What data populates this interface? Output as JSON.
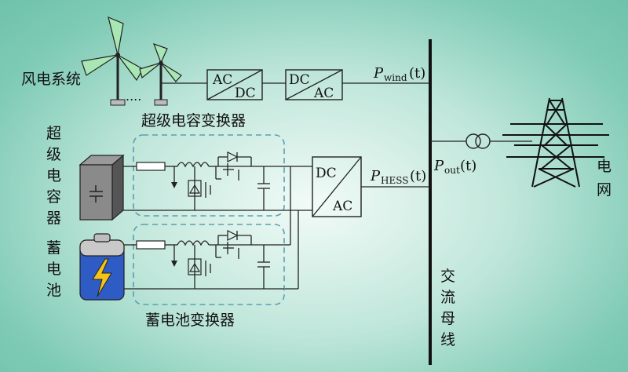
{
  "labels": {
    "wind": "风电系统",
    "sc_converter": "超级电容变换器",
    "sc_vertical": [
      "超",
      "级",
      "电",
      "容",
      "器"
    ],
    "bat_vertical": [
      "蓄",
      "电",
      "池"
    ],
    "bat_converter": "蓄电池变换器",
    "bus_vertical": [
      "交",
      "流",
      "母",
      "线"
    ],
    "grid_vertical": [
      "电",
      "网"
    ],
    "dots": "....",
    "cap_symbol": "+"
  },
  "converters": {
    "acdc": {
      "top": "AC",
      "bottom": "DC"
    },
    "dcac1": {
      "top": "DC",
      "bottom": "AC"
    },
    "dcac2": {
      "top": "DC",
      "bottom": "AC"
    }
  },
  "power": {
    "wind": {
      "p": "P",
      "sub": "wind",
      "arg": "(t)"
    },
    "hess": {
      "p": "P",
      "sub": "HESS",
      "arg": "(t)"
    },
    "out": {
      "p": "P",
      "sub": "out",
      "arg": "(t)"
    }
  },
  "colors": {
    "turbine_blade": "#a8e6b4",
    "battery_blue": "#2f5cc4",
    "bolt": "#f3c318",
    "dash_box": "#5a9fb0"
  }
}
